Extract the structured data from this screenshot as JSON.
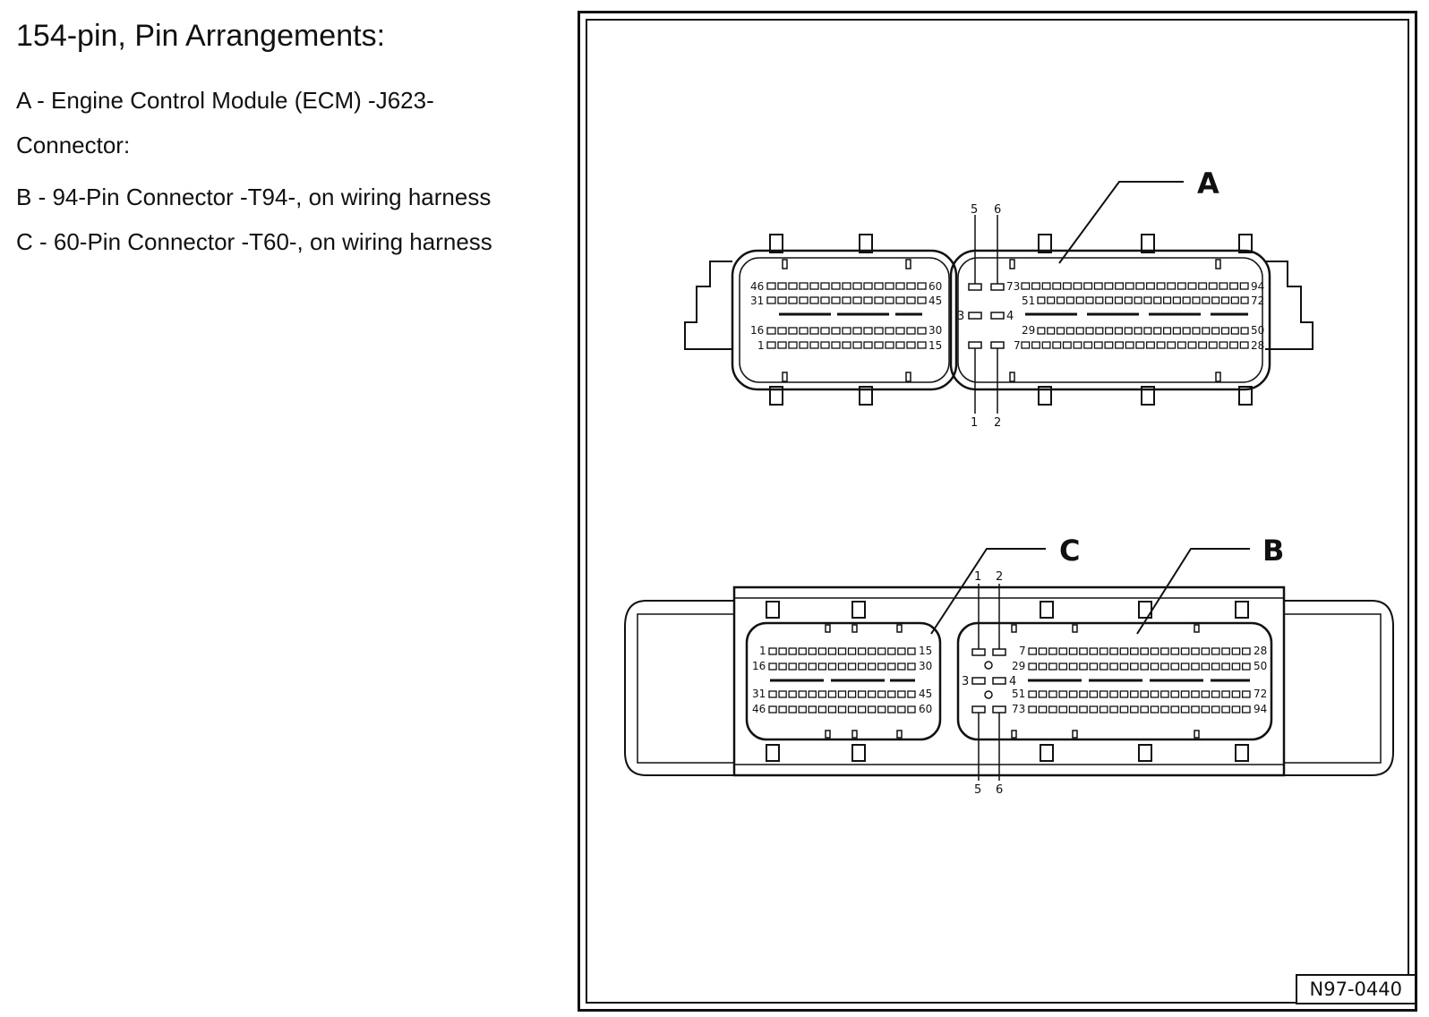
{
  "legend": {
    "title": "154-pin, Pin Arrangements:",
    "item_a": "A - Engine Control Module (ECM) -J623-",
    "item_a_cont": "Connector:",
    "item_b": "B - 94-Pin Connector -T94-, on wiring harness",
    "item_c": "C - 60-Pin Connector -T60-, on wiring harness"
  },
  "diagram": {
    "reference_code": "N97-0440",
    "callouts": {
      "a": "A",
      "b": "B",
      "c": "C"
    },
    "ecm_connector": {
      "small_pins": {
        "p1": "1",
        "p2": "2",
        "p3": "3",
        "p4": "4",
        "p5": "5",
        "p6": "6"
      },
      "row_labels": {
        "r60_start": "46",
        "r60_end": "60",
        "r45_start": "31",
        "r45_end": "45",
        "r30_start": "16",
        "r30_end": "30",
        "r15_start": "1",
        "r15_end": "15",
        "r94_start": "73",
        "r94_end": "94",
        "r72_start": "51",
        "r72_end": "72",
        "r50_start": "29",
        "r50_end": "50",
        "r28_start": "7",
        "r28_end": "28"
      }
    },
    "harness_connector": {
      "small_pins": {
        "p1": "1",
        "p2": "2",
        "p3": "3",
        "p4": "4",
        "p5": "5",
        "p6": "6"
      },
      "row_labels": {
        "r15_start": "1",
        "r15_end": "15",
        "r30_start": "16",
        "r30_end": "30",
        "r45_start": "31",
        "r45_end": "45",
        "r60_start": "46",
        "r60_end": "60",
        "r28_start": "7",
        "r28_end": "28",
        "r50_start": "29",
        "r50_end": "50",
        "r72_start": "51",
        "r72_end": "72",
        "r94_start": "73",
        "r94_end": "94"
      }
    }
  }
}
